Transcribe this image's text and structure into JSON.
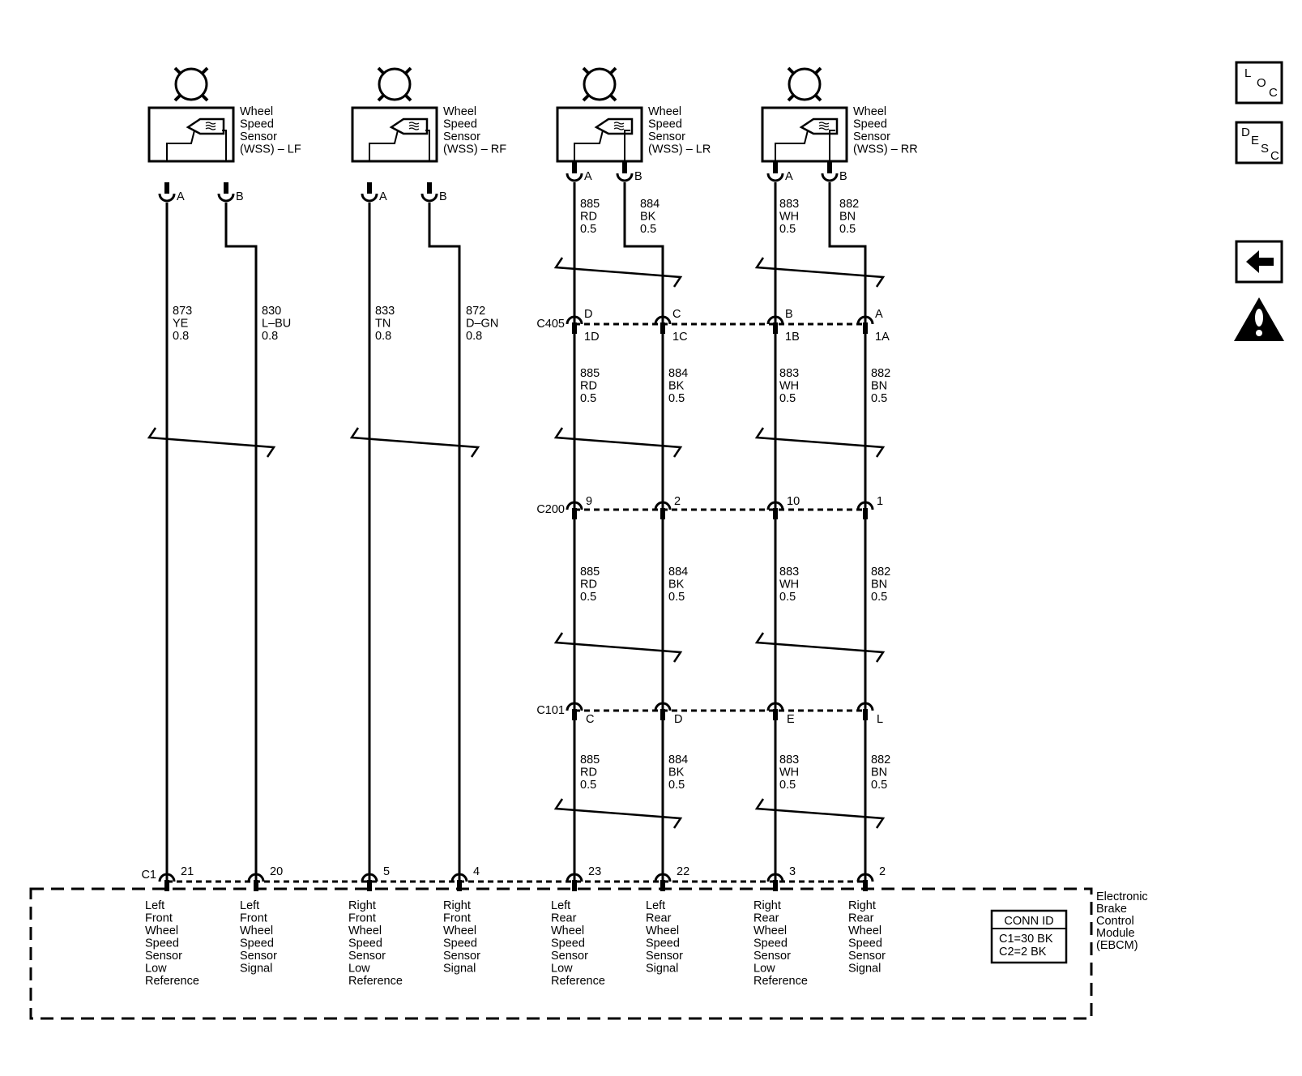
{
  "sensors": [
    {
      "id": "lf",
      "name": [
        "Wheel",
        "Speed",
        "Sensor",
        "(WSS) – LF"
      ],
      "pinA": "A",
      "pinB": "B"
    },
    {
      "id": "rf",
      "name": [
        "Wheel",
        "Speed",
        "Sensor",
        "(WSS) – RF"
      ],
      "pinA": "A",
      "pinB": "B"
    },
    {
      "id": "lr",
      "name": [
        "Wheel",
        "Speed",
        "Sensor",
        "(WSS) – LR"
      ],
      "pinA": "A",
      "pinB": "B"
    },
    {
      "id": "rr",
      "name": [
        "Wheel",
        "Speed",
        "Sensor",
        "(WSS) – RR"
      ],
      "pinA": "A",
      "pinB": "B"
    }
  ],
  "front_wires": [
    {
      "circuit": "873",
      "color": "YE",
      "gauge": "0.8"
    },
    {
      "circuit": "830",
      "color": "L–BU",
      "gauge": "0.8"
    },
    {
      "circuit": "833",
      "color": "TN",
      "gauge": "0.8"
    },
    {
      "circuit": "872",
      "color": "D–GN",
      "gauge": "0.8"
    }
  ],
  "rear_wires": [
    {
      "circuit": "885",
      "color": "RD",
      "gauge": "0.5"
    },
    {
      "circuit": "884",
      "color": "BK",
      "gauge": "0.5"
    },
    {
      "circuit": "883",
      "color": "WH",
      "gauge": "0.5"
    },
    {
      "circuit": "882",
      "color": "BN",
      "gauge": "0.5"
    }
  ],
  "connectors": {
    "c405": {
      "name": "C405",
      "top": [
        "D",
        "C",
        "B",
        "A"
      ],
      "bottom": [
        "1D",
        "1C",
        "1B",
        "1A"
      ]
    },
    "c200": {
      "name": "C200",
      "pins": [
        "9",
        "2",
        "10",
        "1"
      ]
    },
    "c101": {
      "name": "C101",
      "pins": [
        "C",
        "D",
        "E",
        "L"
      ]
    },
    "c1": {
      "name": "C1",
      "pins": [
        "21",
        "20",
        "5",
        "4",
        "23",
        "22",
        "3",
        "2"
      ]
    }
  },
  "ebcm": {
    "name": [
      "Electronic",
      "Brake",
      "Control",
      "Module",
      "(EBCM)"
    ],
    "functions": [
      [
        "Left",
        "Front",
        "Wheel",
        "Speed",
        "Sensor",
        "Low",
        "Reference"
      ],
      [
        "Left",
        "Front",
        "Wheel",
        "Speed",
        "Sensor",
        "Signal"
      ],
      [
        "Right",
        "Front",
        "Wheel",
        "Speed",
        "Sensor",
        "Low",
        "Reference"
      ],
      [
        "Right",
        "Front",
        "Wheel",
        "Speed",
        "Sensor",
        "Signal"
      ],
      [
        "Left",
        "Rear",
        "Wheel",
        "Speed",
        "Sensor",
        "Low",
        "Reference"
      ],
      [
        "Left",
        "Rear",
        "Wheel",
        "Speed",
        "Sensor",
        "Signal"
      ],
      [
        "Right",
        "Rear",
        "Wheel",
        "Speed",
        "Sensor",
        "Low",
        "Reference"
      ],
      [
        "Right",
        "Rear",
        "Wheel",
        "Speed",
        "Sensor",
        "Signal"
      ]
    ],
    "conn_id": {
      "title": "CONN ID",
      "lines": [
        "C1=30 BK",
        "C2=2 BK"
      ]
    }
  },
  "nav": {
    "loc": [
      "L",
      "O",
      "C"
    ],
    "desc": [
      "D",
      "E",
      "S",
      "C"
    ],
    "back_icon": "left-arrow-icon",
    "caution_icon": "caution-icon"
  }
}
